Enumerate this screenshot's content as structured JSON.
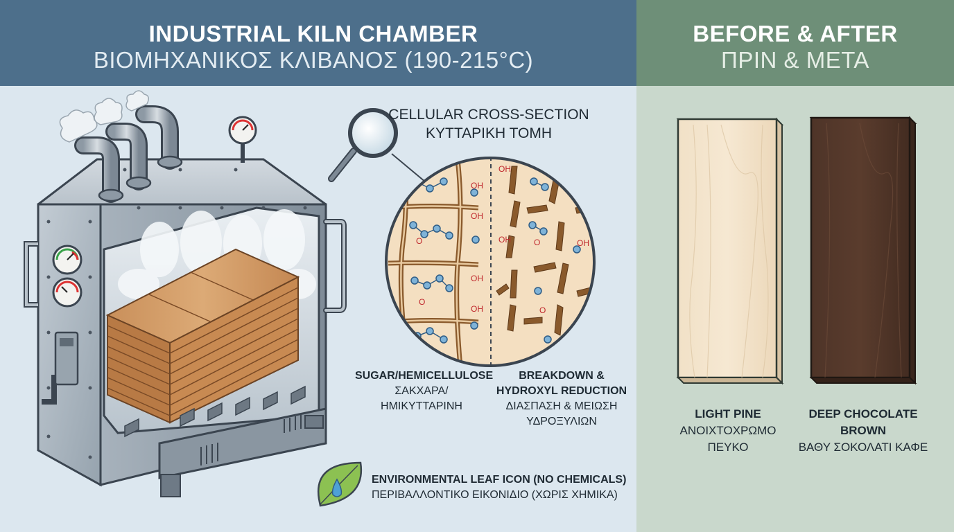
{
  "left_header": {
    "title": "INDUSTRIAL KILN CHAMBER",
    "subtitle": "ΒΙΟΜΗΧΑΝΙΚΟΣ ΚΛΙΒΑΝΟΣ (190-215°C)"
  },
  "right_header": {
    "title": "BEFORE & AFTER",
    "subtitle": "ΠΡΙΝ & ΜΕΤΑ"
  },
  "cross_section": {
    "title_en": "CELLULAR CROSS-SECTION",
    "title_gr": "ΚΥΤΤΑΡΙΚΗ ΤΟΜΗ",
    "hydroxyl_label": "OH",
    "oxygen_label": "O",
    "left_caption_en": "SUGAR/HEMICELLULOSE",
    "left_caption_gr": "ΣΑΚΧΑΡΑ/ΗΜΙΚΥΤΤΑΡΙΝΗ",
    "right_caption_en_1": "BREAKDOWN &",
    "right_caption_en_2": "HYDROXYL REDUCTION",
    "right_caption_gr_1": "ΔΙΑΣΠΑΣΗ & ΜΕΙΩΣΗ",
    "right_caption_gr_2": "ΥΔΡΟΞΥΛΙΩΝ"
  },
  "leaf": {
    "label_en": "ENVIRONMENTAL LEAF ICON (NO CHEMICALS)",
    "label_gr": "ΠΕΡΙΒΑΛΛΟΝΤΙΚΟ ΕΙΚΟΝΙΔΙΟ (ΧΩΡΙΣ ΧΗΜΙΚΑ)"
  },
  "boards": {
    "before_en": "LIGHT PINE",
    "before_gr_1": "ΑΝΟΙΧΤΟΧΡΩΜΟ",
    "before_gr_2": "ΠΕΥΚΟ",
    "after_en_1": "DEEP CHOCOLATE",
    "after_en_2": "BROWN",
    "after_gr": "ΒΑΘΥ ΣΟΚΟΛΑΤΙ ΚΑΦΕ"
  },
  "colors": {
    "left_header_bg": "#4d6f8b",
    "right_header_bg": "#6e8f78",
    "light_pine": "#f2e2c8",
    "dark_brown": "#4a3226",
    "steel": "#a9b4be",
    "hydroxyl_red": "#c0282d"
  }
}
